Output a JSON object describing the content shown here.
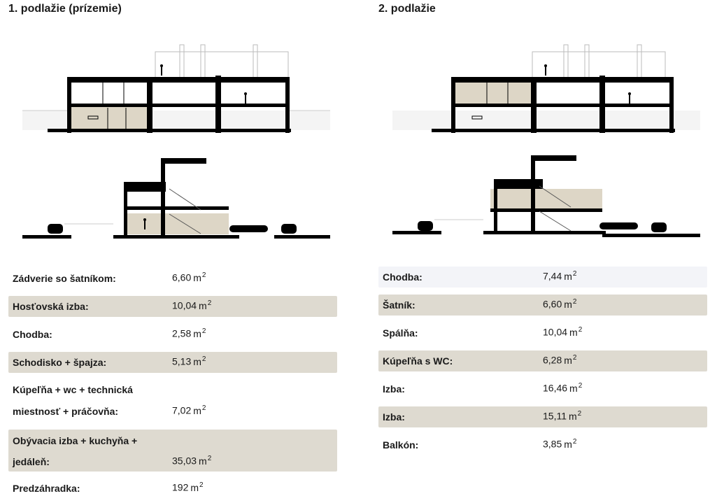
{
  "left": {
    "title": "1. podlažie (prízemie)",
    "rows": [
      {
        "label": "Zádverie so šatníkom:",
        "value": "6,60",
        "unit": "m",
        "sup": "2",
        "shaded": false
      },
      {
        "label": "Hosťovská izba:",
        "value": "10,04",
        "unit": "m",
        "sup": "2",
        "shaded": true
      },
      {
        "label": "Chodba:",
        "value": "2,58",
        "unit": "m",
        "sup": "2",
        "shaded": false
      },
      {
        "label": "Schodisko + špajza:",
        "value": "5,13",
        "unit": "m",
        "sup": "2",
        "shaded": true
      },
      {
        "label": "Kúpeľňa + wc + technická",
        "label2": "miestnosť + práčovňa:",
        "value": "7,02",
        "unit": "m",
        "sup": "2",
        "shaded": false
      },
      {
        "label": "Obývacia izba + kuchyňa +",
        "label2": "jedáleň:",
        "value": "35,03",
        "unit": "m",
        "sup": "2",
        "shaded": true
      },
      {
        "label": "Predzáhradka:",
        "value": "192",
        "unit": "m",
        "sup": "2",
        "shaded": false
      }
    ]
  },
  "right": {
    "title": "2. podlažie",
    "rows": [
      {
        "label": "Chodba:",
        "value": "7,44",
        "unit": "m",
        "sup": "2",
        "style": "light"
      },
      {
        "label": "Šatník:",
        "value": "6,60",
        "unit": "m",
        "sup": "2",
        "style": "shaded"
      },
      {
        "label": "Spálňa:",
        "value": "10,04",
        "unit": "m",
        "sup": "2",
        "style": "none"
      },
      {
        "label": "Kúpeľňa s WC:",
        "value": "6,28",
        "unit": "m",
        "sup": "2",
        "style": "shaded"
      },
      {
        "label": "Izba:",
        "value": "16,46",
        "unit": "m",
        "sup": "2",
        "style": "none"
      },
      {
        "label": "Izba:",
        "value": "15,11",
        "unit": "m",
        "sup": "2",
        "style": "shaded"
      },
      {
        "label": "Balkón:",
        "value": "3,85",
        "unit": "m",
        "sup": "2",
        "style": "none"
      }
    ]
  },
  "colors": {
    "highlight_room": "#ddd6c6",
    "row_shade": "#dedad0",
    "row_light": "#f3f4f8",
    "wall": "#000000"
  }
}
